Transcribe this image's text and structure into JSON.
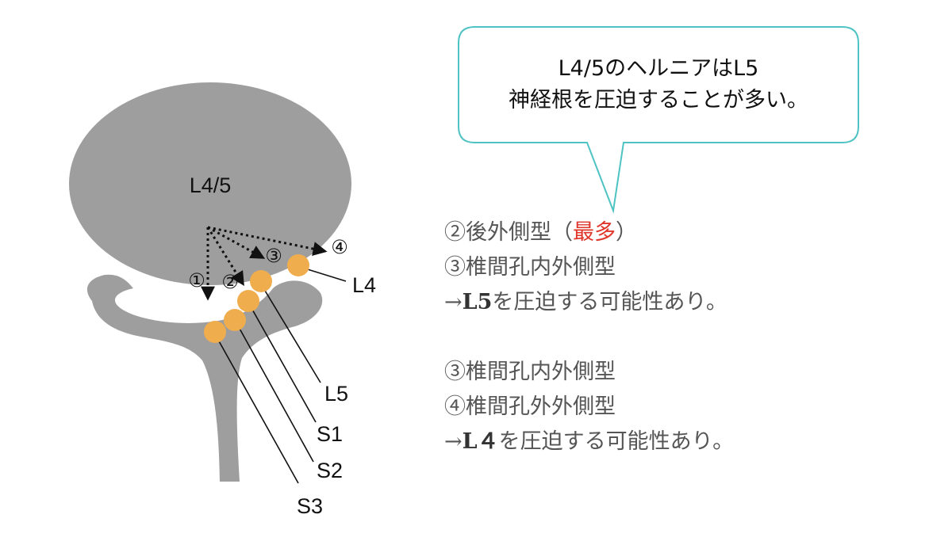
{
  "diagram": {
    "disc_label": "L4/5",
    "root_labels": [
      "L4",
      "L5",
      "S1",
      "S2",
      "S3"
    ],
    "herniation_markers": [
      "①",
      "②",
      "③",
      "④"
    ]
  },
  "callout": {
    "line1": "L4/5のヘルニアはL5",
    "line2": "神経根を圧迫することが多い。"
  },
  "notes": {
    "group1": {
      "line1_text": "②後外側型（",
      "line1_highlight": "最多",
      "line1_close": "）",
      "line2": "③椎間孔内外側型",
      "line3_arrow": "→",
      "line3_bold": "L5",
      "line3_rest": "を圧迫する可能性あり。"
    },
    "group2": {
      "line1": "③椎間孔内外側型",
      "line2": "④椎間孔外外側型",
      "line3_arrow": "→",
      "line3_bold": "L４",
      "line3_rest": "を圧迫する可能性あり。"
    }
  },
  "colors": {
    "bone": "#9e9e9e",
    "root": "#f0ad4e",
    "callout_border": "#4fc3c3",
    "highlight": "#e0352a"
  }
}
